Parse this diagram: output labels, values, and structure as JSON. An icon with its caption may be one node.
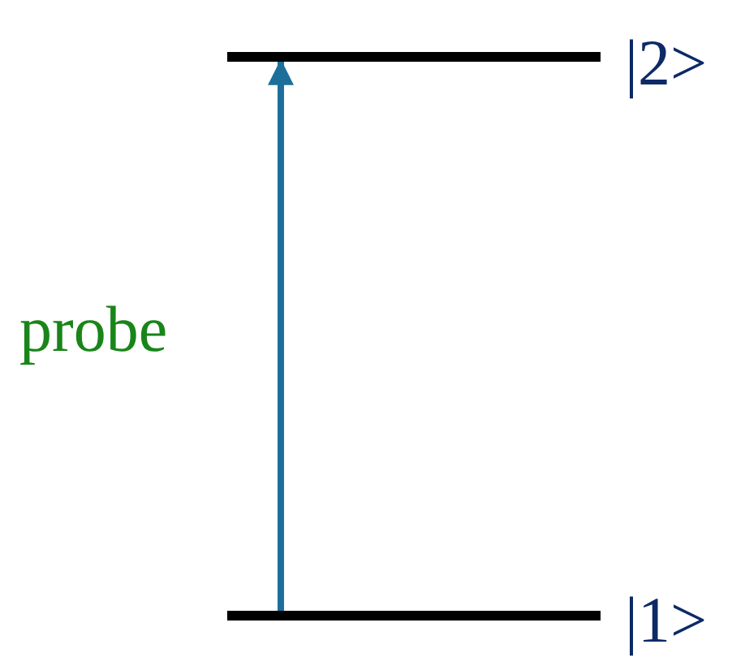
{
  "diagram": {
    "nodes": [
      {
        "text": [],
        "shape": "bar",
        "beside": [
          "|2>"
        ]
      },
      {
        "text": [],
        "shape": "bar",
        "beside": [
          "|1>"
        ]
      }
    ],
    "edges": [
      {
        "from": 1,
        "to": 0,
        "arrow": "to",
        "label": "probe",
        "color": "#1d6f9b"
      }
    ]
  }
}
